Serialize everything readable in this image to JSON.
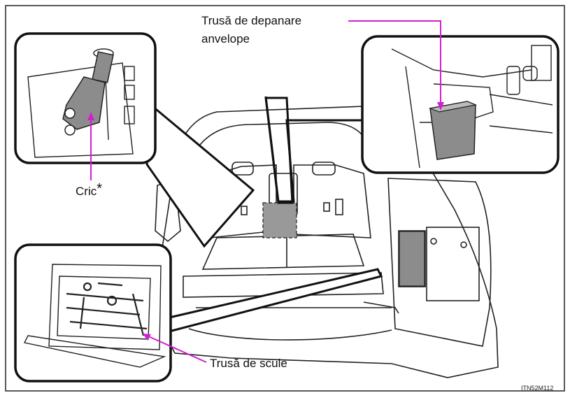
{
  "labels": {
    "repair_kit_line1": "Trusă de depanare",
    "repair_kit_line2": "anvelope",
    "jack": "Cric",
    "jack_mark": "*",
    "tool_kit": "Trusă de scule"
  },
  "figure_code": "ITN52M112",
  "colors": {
    "leader_line": "#d21fd2",
    "outline": "#111111",
    "highlight_fill": "#8c8c8c"
  }
}
